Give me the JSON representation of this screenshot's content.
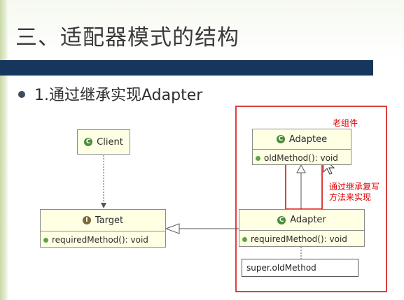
{
  "slide": {
    "title": "三、适配器模式的结构",
    "bullet": "1.通过继承实现Adapter"
  },
  "diagram": {
    "client": {
      "name": "Client",
      "icon": "class-icon"
    },
    "target": {
      "name": "Target",
      "icon": "interface-icon",
      "method": "requiredMethod(): void"
    },
    "adaptee": {
      "name": "Adaptee",
      "icon": "class-icon",
      "method": "oldMethod(): void"
    },
    "adapter": {
      "name": "Adapter",
      "icon": "class-icon",
      "method": "requiredMethod(): void"
    },
    "note": "super.oldMethod"
  },
  "annotations": {
    "old_component": "老组件",
    "override_line1": "通过继承复写",
    "override_line2": "方法来实现"
  },
  "colors": {
    "title_bar": "#17365d",
    "red": "#e00000",
    "uml_fill": "#ffffe4",
    "class_icon": "#4b8b3b"
  }
}
